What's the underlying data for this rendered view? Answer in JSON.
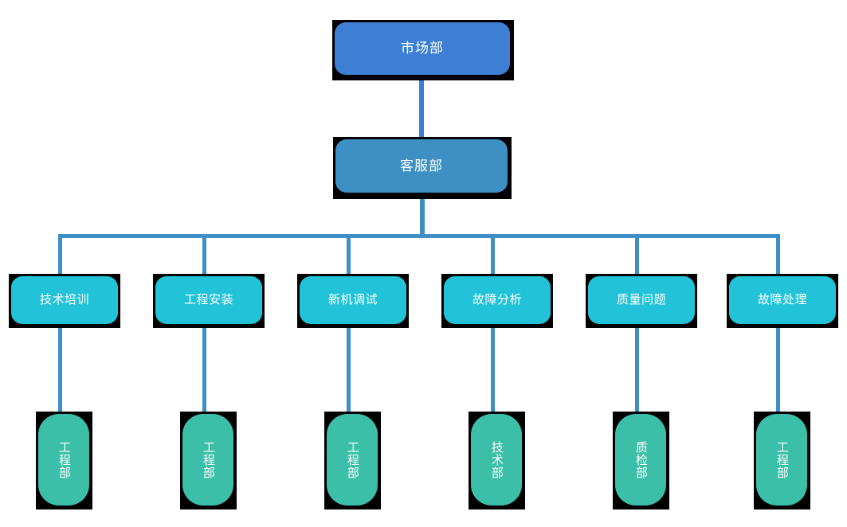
{
  "diagram": {
    "type": "org-chart",
    "title": "",
    "colors": {
      "level1_fill": "#3c7fd4",
      "level2_fill": "#3d8fc4",
      "level3_fill": "#22c3d8",
      "level4_fill": "#3cbfa8",
      "connector": "#3d8fc4",
      "connector_top": "#3c7fd4",
      "frame": "#000000",
      "text": "#ffffff",
      "background": "#ffffff"
    },
    "levels": [
      {
        "level": 1,
        "nodes": [
          {
            "id": "n1",
            "label": "市场部"
          }
        ]
      },
      {
        "level": 2,
        "nodes": [
          {
            "id": "n2",
            "label": "客服部"
          }
        ]
      },
      {
        "level": 3,
        "nodes": [
          {
            "id": "n3a",
            "label": "技术培训"
          },
          {
            "id": "n3b",
            "label": "工程安装"
          },
          {
            "id": "n3c",
            "label": "新机调试"
          },
          {
            "id": "n3d",
            "label": "故障分析"
          },
          {
            "id": "n3e",
            "label": "质量问题"
          },
          {
            "id": "n3f",
            "label": "故障处理"
          }
        ]
      },
      {
        "level": 4,
        "nodes": [
          {
            "id": "n4a",
            "label": "工程部"
          },
          {
            "id": "n4b",
            "label": "工程部"
          },
          {
            "id": "n4c",
            "label": "工程部"
          },
          {
            "id": "n4d",
            "label": "技术部"
          },
          {
            "id": "n4e",
            "label": "质检部"
          },
          {
            "id": "n4f",
            "label": "工程部"
          }
        ]
      }
    ]
  }
}
